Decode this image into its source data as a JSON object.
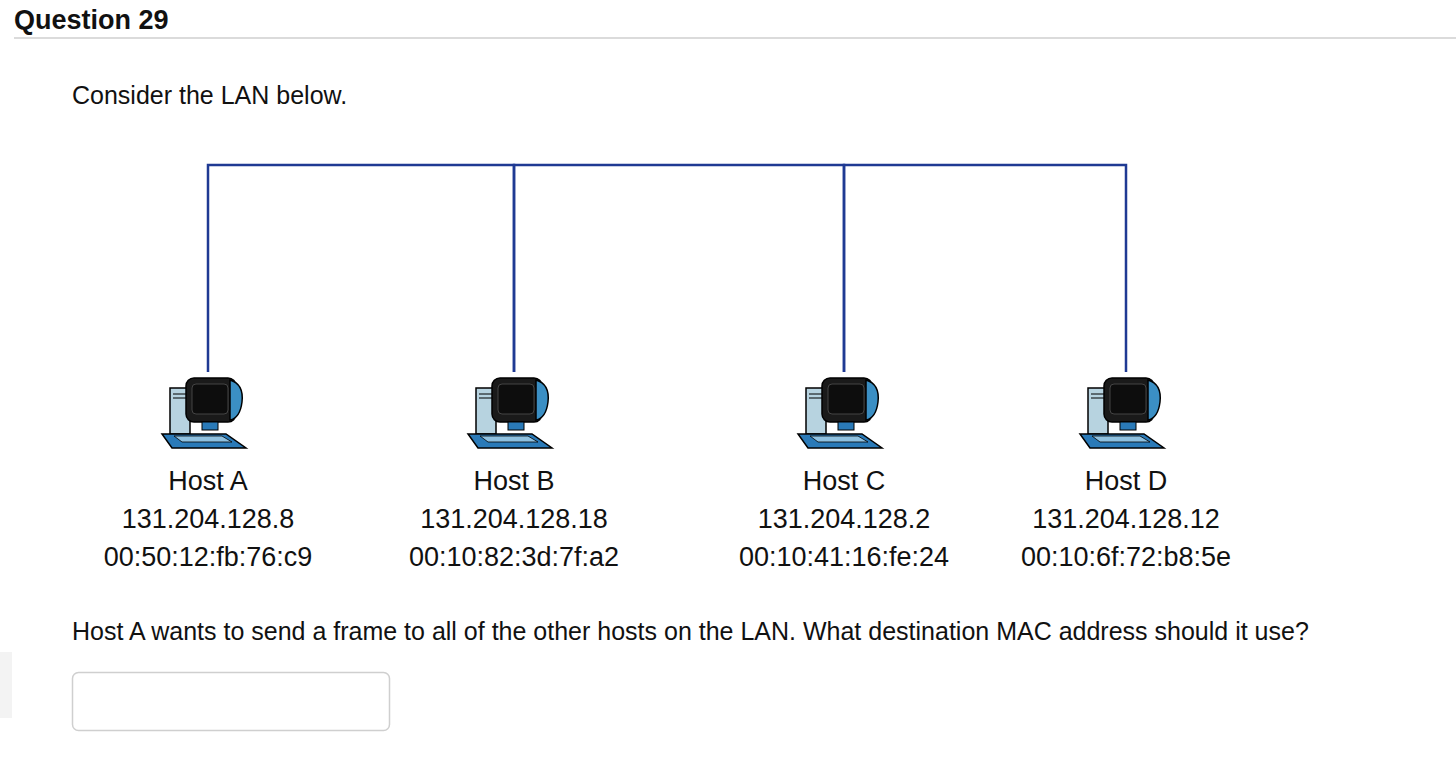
{
  "diagram": {
    "title": "Question 29",
    "nodes": [
      {
        "text": [
          "Host A",
          "131.204.128.8",
          "00:50:12:fb:76:c9"
        ]
      },
      {
        "text": [
          "Host B",
          "131.204.128.18",
          "00:10:82:3d:7f:a2"
        ]
      },
      {
        "text": [
          "Host C",
          "131.204.128.2",
          "00:10:41:16:fe:24"
        ]
      },
      {
        "text": [
          "Host D",
          "131.204.128.12",
          "00:10:6f:72:b8:5e"
        ]
      }
    ],
    "edges": [
      {
        "from": 0,
        "to": 1,
        "arrow": "none"
      },
      {
        "from": 1,
        "to": 2,
        "arrow": "none"
      },
      {
        "from": 2,
        "to": 3,
        "arrow": "none"
      }
    ],
    "labels": [
      "Consider the LAN below.",
      "Host A wants to send a frame to all of the other hosts on the LAN.  What destination MAC address should it use?"
    ]
  }
}
